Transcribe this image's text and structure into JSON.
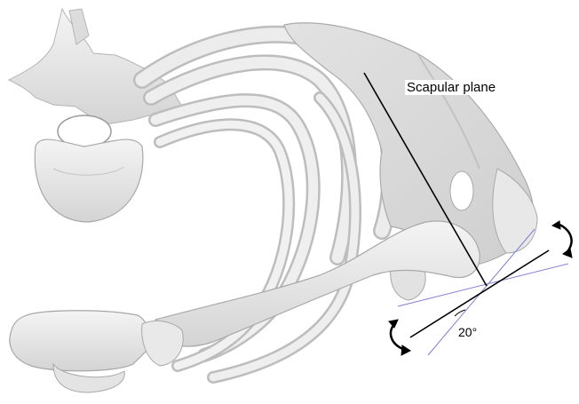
{
  "labels": {
    "scapular_plane": "Scapular plane",
    "angle": "20°"
  },
  "colors": {
    "bone_fill": "#e6e6e6",
    "bone_shadow": "#c9c9c9",
    "bone_edge": "#b5b5b5",
    "scapular_line": "#000000",
    "reference_line": "#7f7fd0",
    "arrow": "#000000"
  },
  "icons": {
    "rotation_arrow_top": "curved-double-arrow",
    "rotation_arrow_bottom": "curved-double-arrow"
  }
}
